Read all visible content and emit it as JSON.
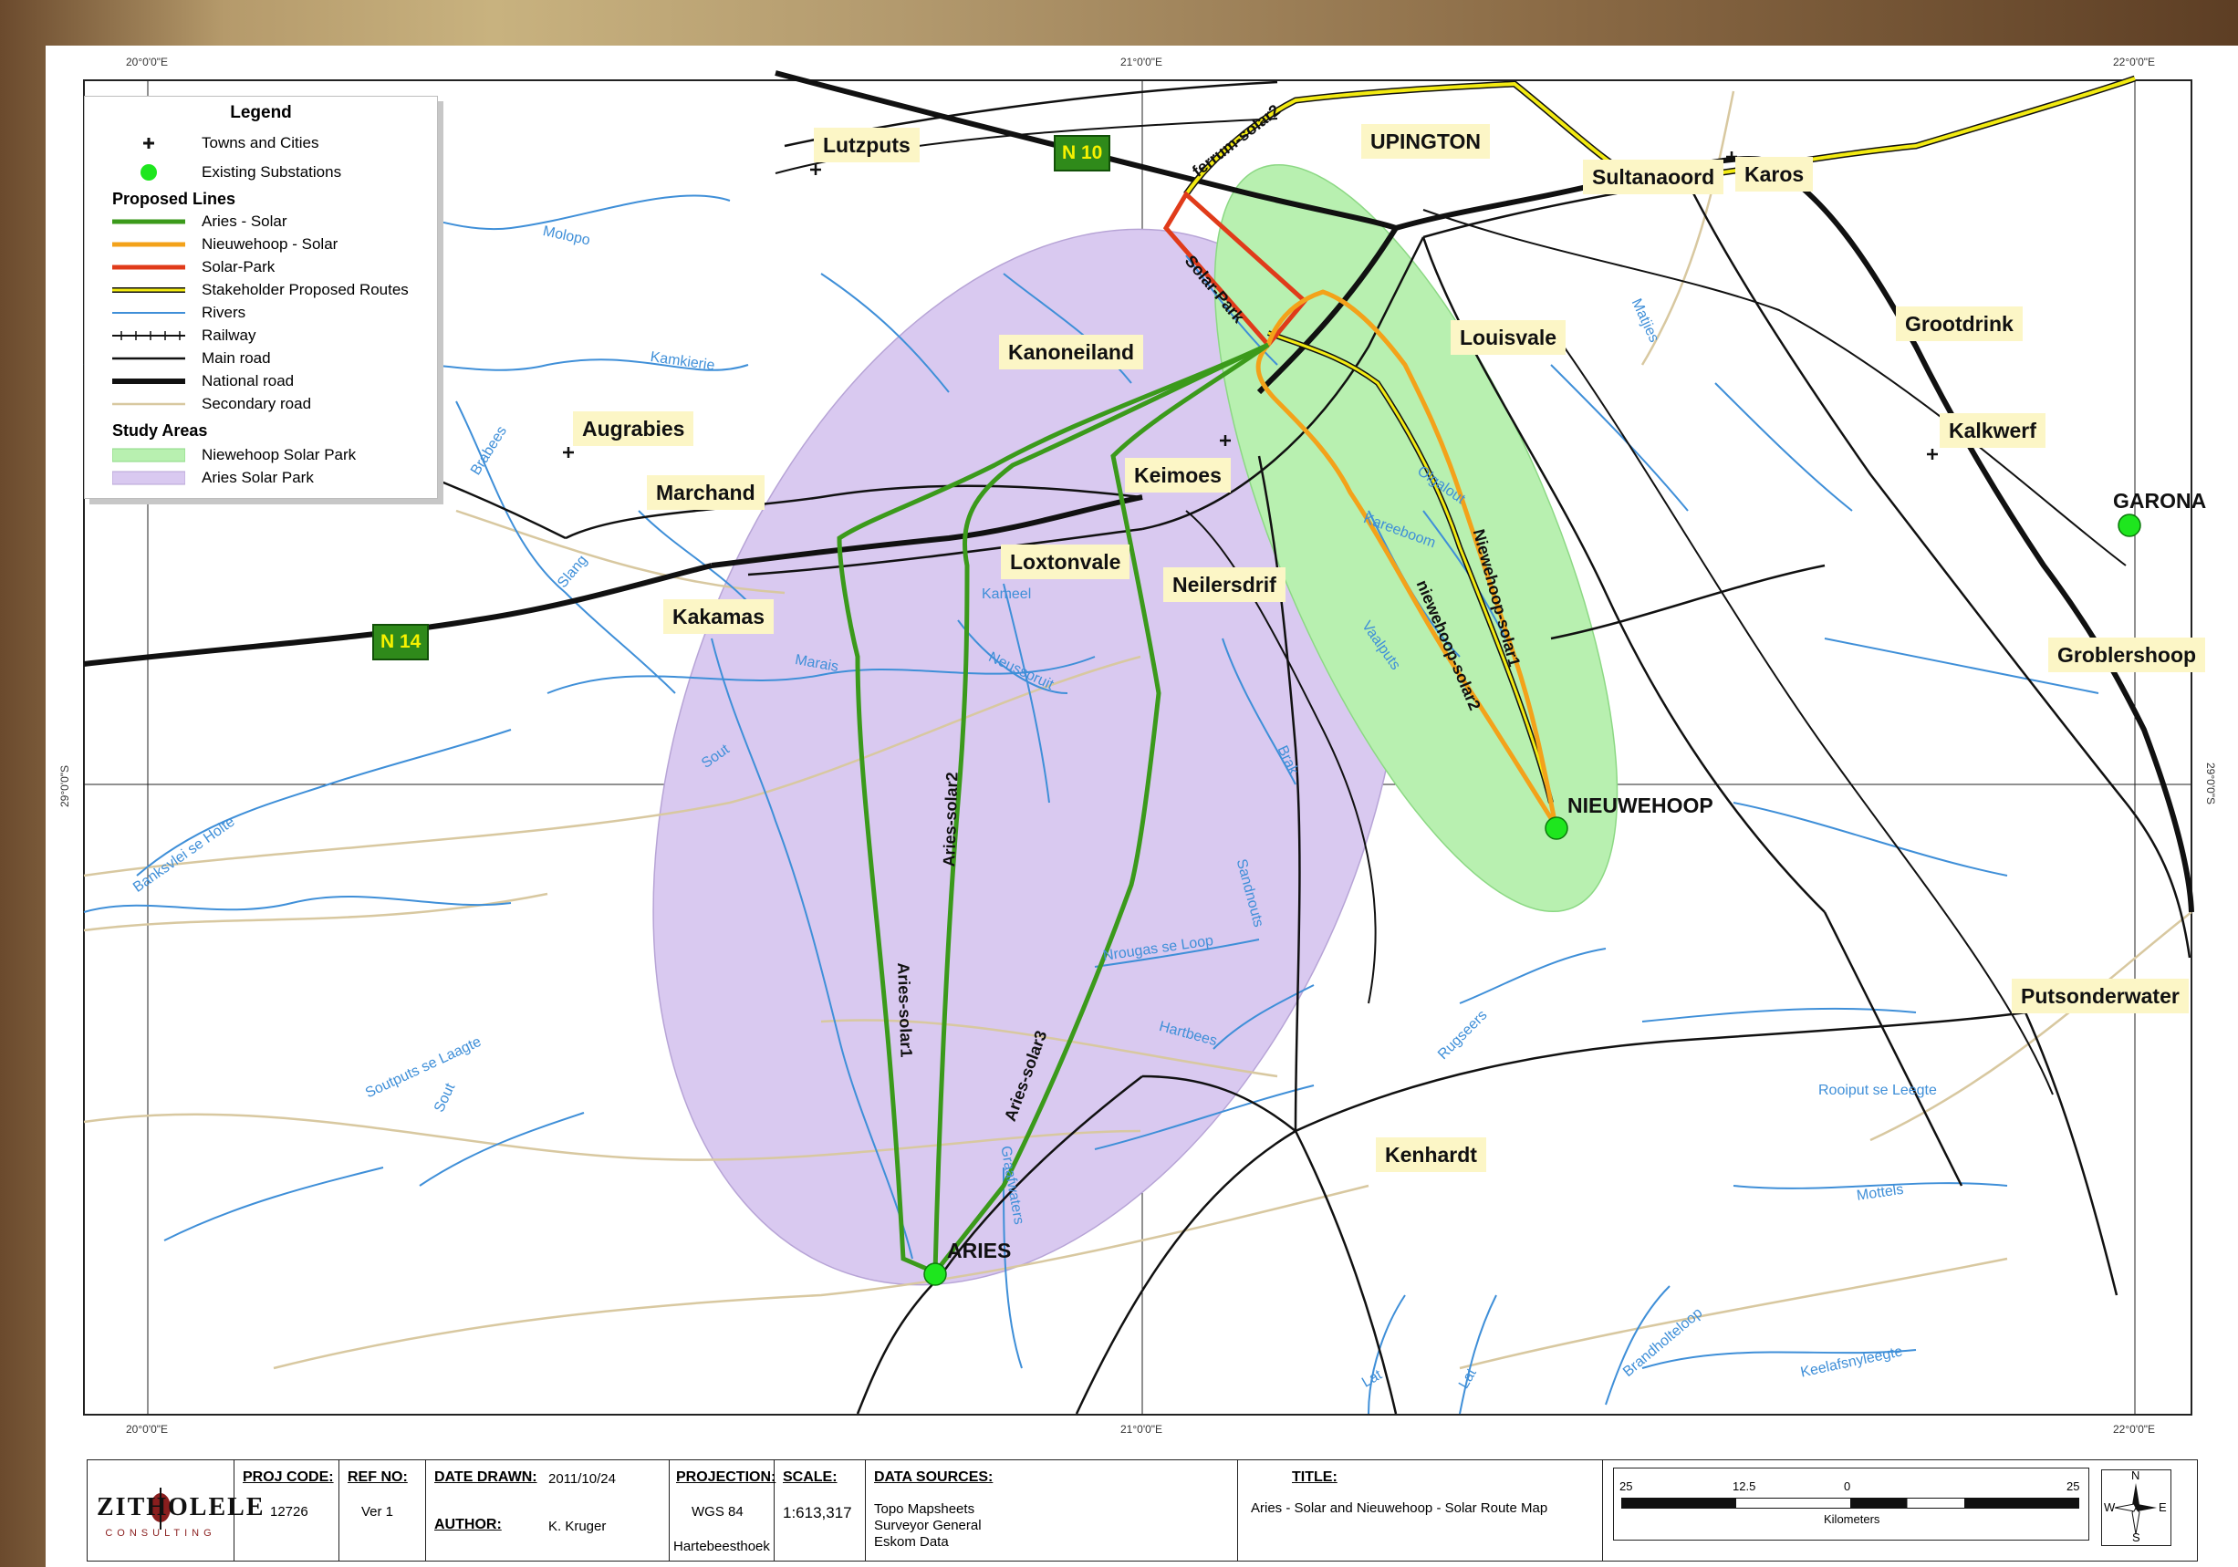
{
  "coords": {
    "lon_20": "20°0'0\"E",
    "lon_21": "21°0'0\"E",
    "lon_22": "22°0'0\"E",
    "lat_29": "29°0'0\"S"
  },
  "legend": {
    "title": "Legend",
    "towns": "Towns and Cities",
    "substations": "Existing Substations",
    "proposed_heading": "Proposed Lines",
    "aries_solar": "Aries - Solar",
    "nieuwehoop_solar": "Nieuwehoop - Solar",
    "solar_park": "Solar-Park",
    "stakeholder": "Stakeholder Proposed Routes",
    "rivers": "Rivers",
    "railway": "Railway",
    "main_road": "Main road",
    "national_road": "National road",
    "secondary_road": "Secondary road",
    "study_heading": "Study Areas",
    "niewehoop_park": "Niewehoop Solar Park",
    "aries_park": "Aries Solar Park"
  },
  "colors": {
    "aries": "#3b9a1b",
    "nieuwehoop": "#f3a21a",
    "solar_park": "#e03b1a",
    "stakeholder": "#f2ea12",
    "rivers": "#3f8fd8",
    "secondary": "#d8c8a0",
    "aries_area": "#d9c9f0",
    "niewehoop_area": "#b8f0b0",
    "substation": "#1ee61e",
    "shield": "#2f8a1a"
  },
  "towns": {
    "lutzputs": "Lutzputs",
    "upington": "UPINGTON",
    "sultanaoord": "Sultanaoord",
    "karos": "Karos",
    "kanoneiland": "Kanoneiland",
    "louisvale": "Louisvale",
    "grootdrink": "Grootdrink",
    "augrabies": "Augrabies",
    "kalkwerf": "Kalkwerf",
    "marchand": "Marchand",
    "keimoes": "Keimoes",
    "garona": "GARONA",
    "loxtonvale": "Loxtonvale",
    "neilersdrif": "Neilersdrif",
    "kakamas": "Kakamas",
    "groblershoop": "Groblershoop",
    "nieuwehoop": "NIEUWEHOOP",
    "putsonderwater": "Putsonderwater",
    "kenhardt": "Kenhardt",
    "aries": "ARIES"
  },
  "roads": {
    "n10": "N 10",
    "n14": "N 14"
  },
  "line_labels": {
    "ferrum": "ferrum-solar2",
    "solar_park": "Solar-Park",
    "niewehoop1": "Niewehoop-solar1",
    "niewehoop2": "niewehoop-solar2",
    "aries1": "Aries-solar1",
    "aries2": "Aries-solar2",
    "aries3": "Aries-solar3"
  },
  "rivers": {
    "molopo": "Molopo",
    "kamkierie": "Kamkierie",
    "brabees": "Brabees",
    "slang": "Slang",
    "marais": "Marais",
    "sout": "Sout",
    "sout2": "Sout",
    "kameel": "Kameel",
    "neusspruit": "Neusspruit",
    "brak": "Brak",
    "sandnouts": "Sandnouts",
    "nrougas": "Nrougas se Loop",
    "hartbees": "Hartbees",
    "graafwaters": "Graafwaters",
    "rugseers": "Rugseers",
    "rooiput": "Rooiput se Leegte",
    "mottels": "Mottels",
    "brandholteloop": "Brandholteloop",
    "keelafsnyleegte": "Keelafsnyleegte",
    "lat1": "Lat",
    "lat2": "Lat",
    "kareeboom": "Kareeboom",
    "vaalputs": "Vaalputs",
    "olgalout": "Olgalout",
    "matjies": "Matjies",
    "banksvlei": "Banksvlei se Holte",
    "soutputs": "Soutputs se Laagte"
  },
  "title_block": {
    "logo": "ZITHOLELE",
    "logo_sub": "CONSULTING",
    "proj_code_h": "PROJ CODE:",
    "proj_code": "12726",
    "ref_no_h": "REF NO:",
    "ref_no": "Ver 1",
    "date_drawn_h": "DATE DRAWN:",
    "date_drawn": "2011/10/24",
    "author_h": "AUTHOR:",
    "author": "K. Kruger",
    "projection_h": "PROJECTION:",
    "projection": "WGS 84",
    "projection2": "Hartebeesthoek",
    "scale_h": "SCALE:",
    "scale": "1:613,317",
    "sources_h": "DATA SOURCES:",
    "source1": "Topo Mapsheets",
    "source2": "Surveyor General",
    "source3": "Eskom Data",
    "title_h": "TITLE:",
    "title": "Aries - Solar and Nieuwehoop - Solar Route Map",
    "scalebar_25l": "25",
    "scalebar_125": "12.5",
    "scalebar_0": "0",
    "scalebar_25r": "25",
    "scalebar_unit": "Kilometers",
    "north_n": "N",
    "north_s": "S",
    "north_e": "E",
    "north_w": "W"
  }
}
